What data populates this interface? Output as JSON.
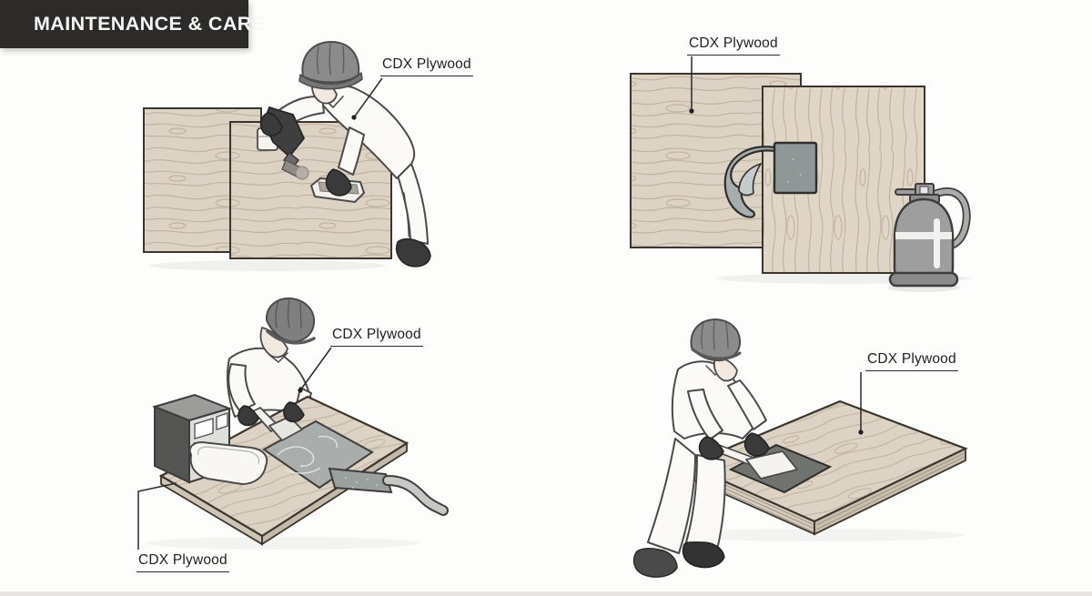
{
  "banner": {
    "title": "MAINTENANCE & CARE"
  },
  "panels": [
    {
      "id": "cleaning-plywood-sheets",
      "label": "CDX Plywood"
    },
    {
      "id": "patch-repair-and-sealant-tank",
      "label": "CDX Plywood"
    },
    {
      "id": "adhesive-application-table",
      "label_top": "CDX Plywood",
      "label_bottom": "CDX Plywood"
    },
    {
      "id": "trowel-finishing-table",
      "label": "CDX Plywood"
    }
  ],
  "colors": {
    "background": "#fdfdfc",
    "banner_bg": "#2d2b2a",
    "banner_text": "#f6f6f5",
    "plywood": "#ded4c6",
    "plywood_grain": "#b7a58e",
    "plywood_edge": "#cfc5b5",
    "outline": "#3a352f",
    "label_text": "#1f1f1f",
    "hardhat_gray": "#8b8b8b",
    "shirt_white": "#fbfaf7",
    "skin": "#f1e9e0",
    "glove_dark": "#3a3a3a",
    "patch_gray": "#a9adab",
    "dark_patch": "#70736f",
    "metal_gray": "#9e9e9e"
  }
}
